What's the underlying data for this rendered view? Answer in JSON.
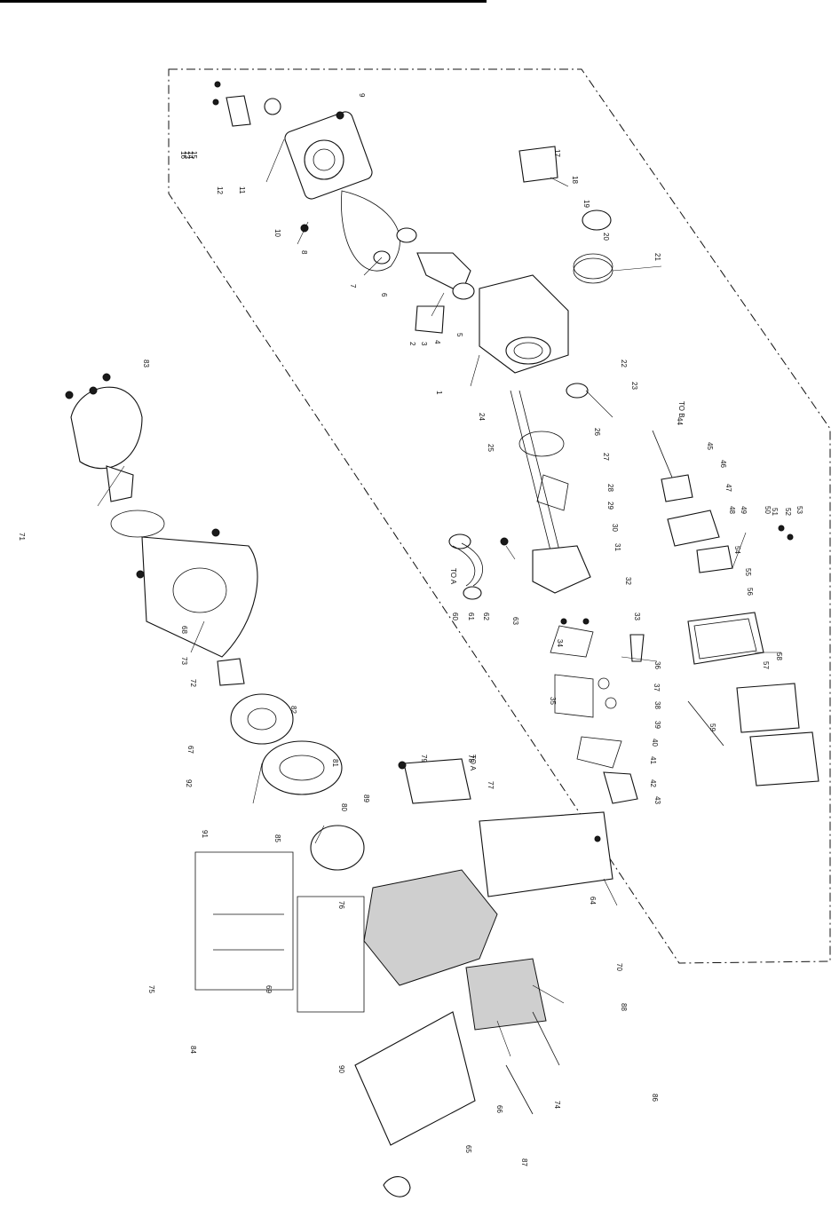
{
  "document": {
    "type": "exploded parts diagram",
    "orientation": "rotated 90 degrees",
    "connector_notes": [
      "TO B",
      "TO A",
      "TO A"
    ],
    "part_numbers": [
      "1",
      "2",
      "3",
      "4",
      "5",
      "6",
      "7",
      "8",
      "9",
      "10",
      "11",
      "12",
      "13",
      "14",
      "15",
      "16",
      "17",
      "18",
      "19",
      "20",
      "21",
      "22",
      "23",
      "24",
      "25",
      "26",
      "27",
      "28",
      "29",
      "30",
      "31",
      "32",
      "33",
      "34",
      "35",
      "36",
      "37",
      "38",
      "39",
      "40",
      "41",
      "42",
      "43",
      "44",
      "45",
      "46",
      "47",
      "48",
      "49",
      "50",
      "51",
      "52",
      "53",
      "54",
      "55",
      "56",
      "57",
      "58",
      "59",
      "60",
      "61",
      "62",
      "63",
      "64",
      "65",
      "66",
      "67",
      "68",
      "69",
      "70",
      "71",
      "72",
      "73",
      "74",
      "75",
      "76",
      "77",
      "78",
      "79",
      "80",
      "81",
      "82",
      "83",
      "84",
      "85",
      "86",
      "87",
      "88",
      "89",
      "90",
      "91",
      "92"
    ]
  }
}
